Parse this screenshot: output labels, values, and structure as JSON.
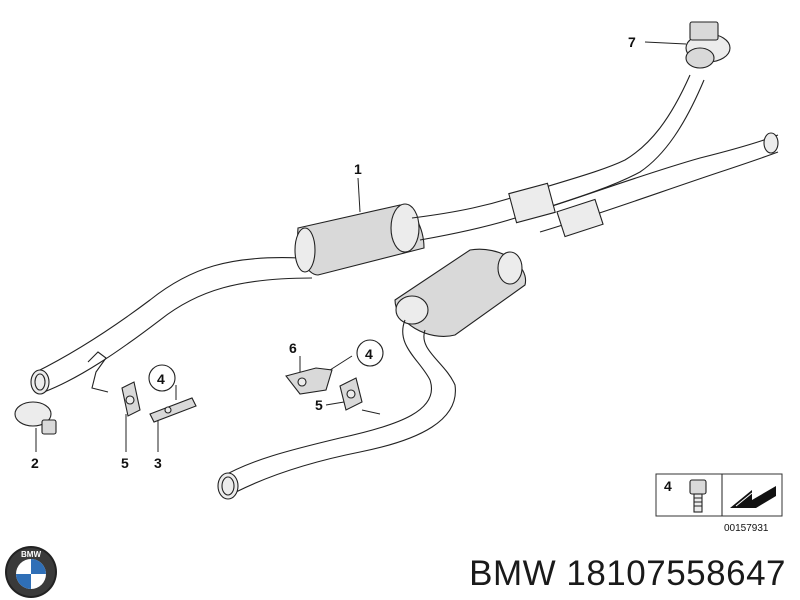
{
  "callouts": {
    "c1": "1",
    "c2": "2",
    "c3": "3",
    "c4a": "4",
    "c4b": "4",
    "c5a": "5",
    "c5b": "5",
    "c6": "6",
    "c7": "7"
  },
  "ref_box": {
    "item": "4",
    "code": "00157931"
  },
  "logo_text": "BMW",
  "footer": {
    "brand": "BMW",
    "part_number": "18107558647"
  }
}
